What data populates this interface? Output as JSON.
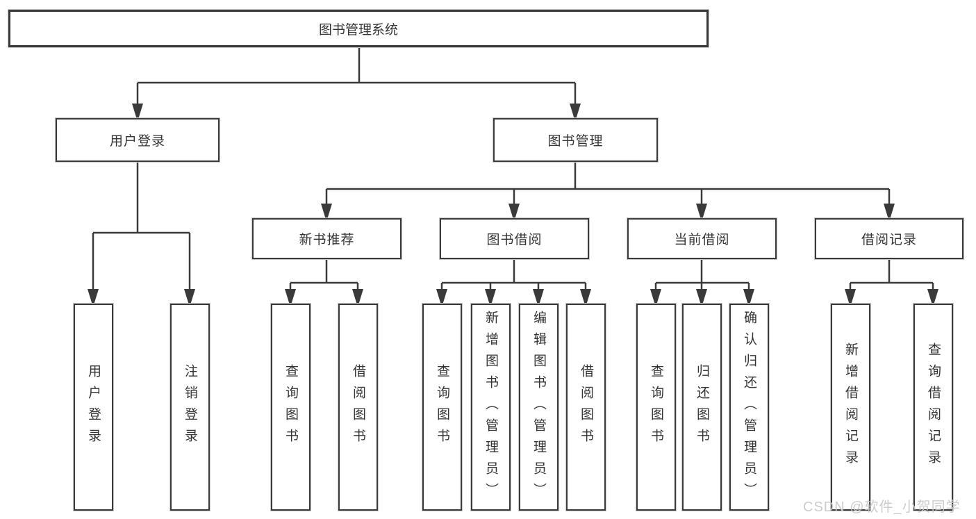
{
  "tree": {
    "root": {
      "label": "图书管理系统",
      "children": [
        {
          "label": "用户登录",
          "children": [
            {
              "label": "用户登录"
            },
            {
              "label": "注销登录"
            }
          ]
        },
        {
          "label": "图书管理",
          "children": [
            {
              "label": "新书推荐",
              "children": [
                {
                  "label": "查询图书"
                },
                {
                  "label": "借阅图书"
                }
              ]
            },
            {
              "label": "图书借阅",
              "children": [
                {
                  "label": "查询图书"
                },
                {
                  "label": "新增图书（管理员）"
                },
                {
                  "label": "编辑图书（管理员）"
                },
                {
                  "label": "借阅图书"
                }
              ]
            },
            {
              "label": "当前借阅",
              "children": [
                {
                  "label": "查询图书"
                },
                {
                  "label": "归还图书"
                },
                {
                  "label": "确认归还（管理员）"
                }
              ]
            },
            {
              "label": "借阅记录",
              "children": [
                {
                  "label": "新增借阅记录"
                },
                {
                  "label": "查询借阅记录"
                }
              ]
            }
          ]
        }
      ]
    }
  },
  "watermark": {
    "text": "CSDN @软件_小贺同学"
  },
  "colors": {
    "line": "#3a3a3a",
    "text": "#333333",
    "background": "#ffffff",
    "watermark": "#c9c9c9"
  }
}
